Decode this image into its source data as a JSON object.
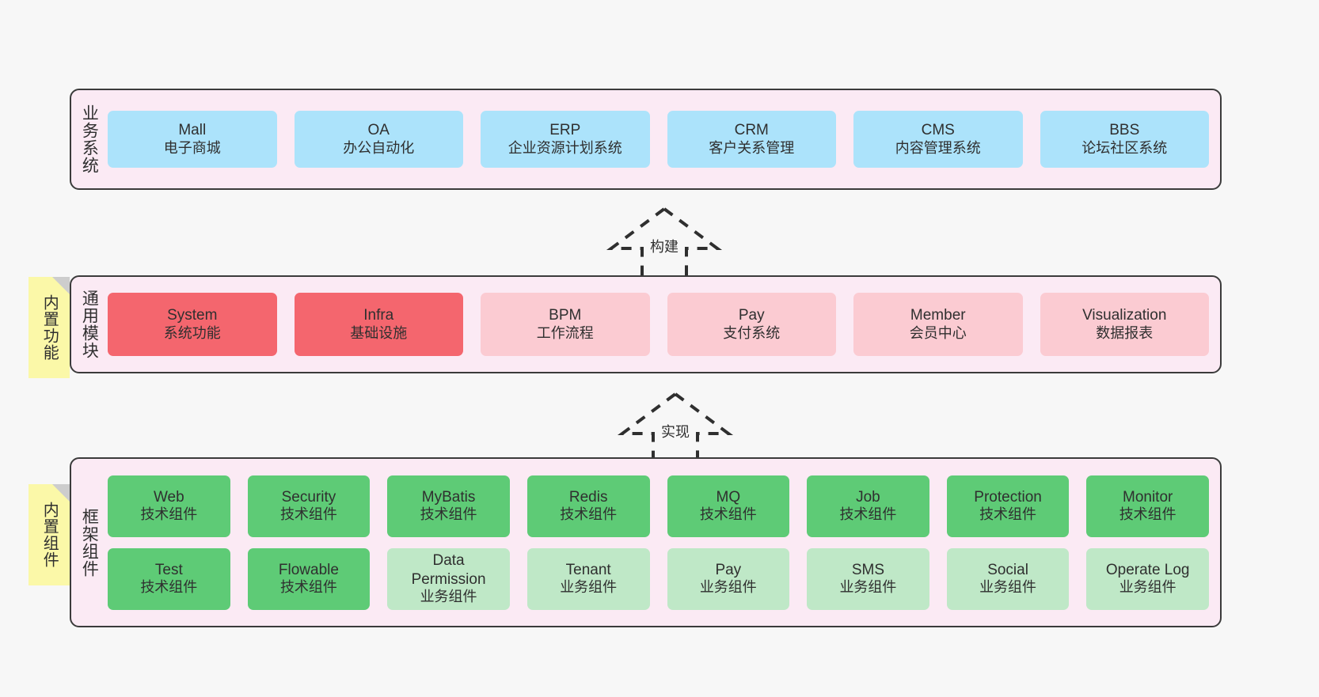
{
  "diagram": {
    "background_color": "#f7f7f7",
    "band_fill": "#fbeaf4",
    "band_border": "#3b3b3b",
    "note_fill": "#fbf8a8",
    "colors": {
      "blue": "#ace3fb",
      "red": "#f4666e",
      "pink": "#fbcbd2",
      "green": "#5ecb76",
      "light_green": "#bfe8c7"
    }
  },
  "layers": {
    "business": {
      "title": "业务系统",
      "cards": [
        {
          "en": "Mall",
          "cn": "电子商城",
          "color": "blue"
        },
        {
          "en": "OA",
          "cn": "办公自动化",
          "color": "blue"
        },
        {
          "en": "ERP",
          "cn": "企业资源计划系统",
          "color": "blue"
        },
        {
          "en": "CRM",
          "cn": "客户关系管理",
          "color": "blue"
        },
        {
          "en": "CMS",
          "cn": "内容管理系统",
          "color": "blue"
        },
        {
          "en": "BBS",
          "cn": "论坛社区系统",
          "color": "blue"
        }
      ]
    },
    "common": {
      "title": "通用模块",
      "note": "内置功能",
      "cards": [
        {
          "en": "System",
          "cn": "系统功能",
          "color": "red"
        },
        {
          "en": "Infra",
          "cn": "基础设施",
          "color": "red"
        },
        {
          "en": "BPM",
          "cn": "工作流程",
          "color": "pink"
        },
        {
          "en": "Pay",
          "cn": "支付系统",
          "color": "pink"
        },
        {
          "en": "Member",
          "cn": "会员中心",
          "color": "pink"
        },
        {
          "en": "Visualization",
          "cn": "数据报表",
          "color": "pink"
        }
      ]
    },
    "framework": {
      "title": "框架组件",
      "note": "内置组件",
      "row1": [
        {
          "en": "Web",
          "cn": "技术组件",
          "color": "green"
        },
        {
          "en": "Security",
          "cn": "技术组件",
          "color": "green"
        },
        {
          "en": "MyBatis",
          "cn": "技术组件",
          "color": "green"
        },
        {
          "en": "Redis",
          "cn": "技术组件",
          "color": "green"
        },
        {
          "en": "MQ",
          "cn": "技术组件",
          "color": "green"
        },
        {
          "en": "Job",
          "cn": "技术组件",
          "color": "green"
        },
        {
          "en": "Protection",
          "cn": "技术组件",
          "color": "green"
        },
        {
          "en": "Monitor",
          "cn": "技术组件",
          "color": "green"
        }
      ],
      "row2": [
        {
          "en": "Test",
          "cn": "技术组件",
          "color": "green"
        },
        {
          "en": "Flowable",
          "cn": "技术组件",
          "color": "green"
        },
        {
          "en": "Data\nPermission",
          "cn": "业务组件",
          "color": "light_green"
        },
        {
          "en": "Tenant",
          "cn": "业务组件",
          "color": "light_green"
        },
        {
          "en": "Pay",
          "cn": "业务组件",
          "color": "light_green"
        },
        {
          "en": "SMS",
          "cn": "业务组件",
          "color": "light_green"
        },
        {
          "en": "Social",
          "cn": "业务组件",
          "color": "light_green"
        },
        {
          "en": "Operate Log",
          "cn": "业务组件",
          "color": "light_green"
        }
      ]
    }
  },
  "connectors": [
    {
      "label": "构建",
      "from": "common",
      "to": "business"
    },
    {
      "label": "实现",
      "from": "framework",
      "to": "common"
    }
  ]
}
